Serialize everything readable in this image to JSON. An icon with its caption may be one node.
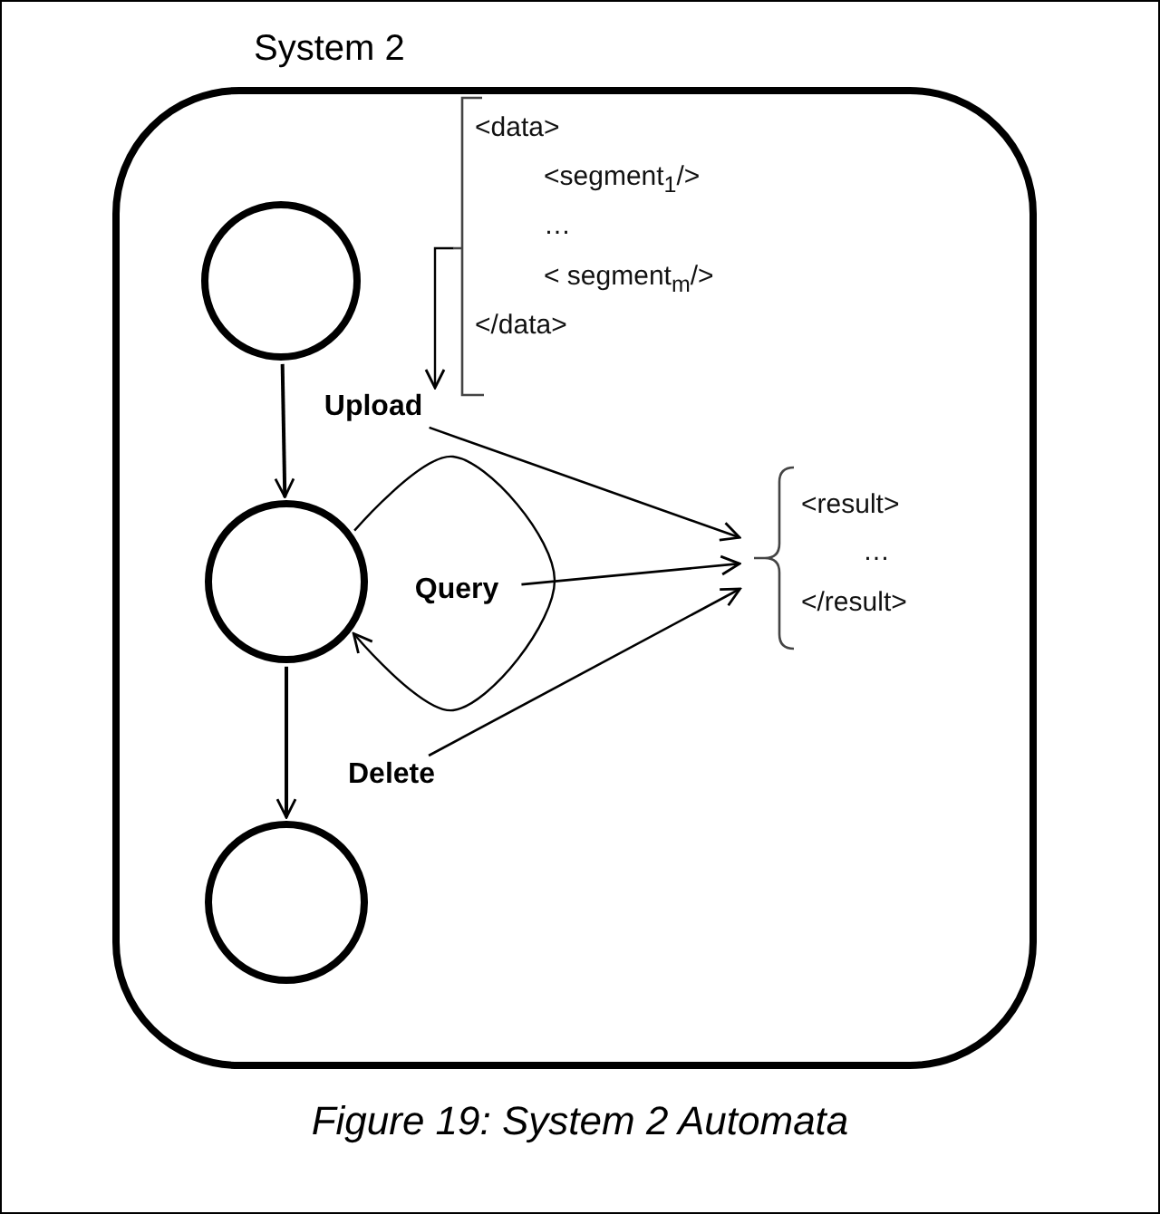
{
  "diagram": {
    "caption": "Figure 19: System 2 Automata",
    "nodes": [
      {
        "text": [
          "System 2"
        ]
      },
      {
        "text": [
          "<data>",
          "<segment$_{1}$/>",
          "…",
          "< segment$_{m}$/>",
          "</data>"
        ],
        "in": 0
      },
      {
        "text": [],
        "shape": "circle",
        "in": 0
      },
      {
        "text": [
          "Upload"
        ],
        "in": 0
      },
      {
        "text": [],
        "shape": "circle",
        "in": 0
      },
      {
        "text": [
          "Query"
        ],
        "in": 0
      },
      {
        "text": [
          "<result>",
          "…",
          "</result>"
        ],
        "in": 0
      },
      {
        "text": [
          "Delete"
        ],
        "in": 0
      },
      {
        "text": [],
        "shape": "circle",
        "in": 0
      }
    ],
    "edges": [
      {
        "from": 2,
        "to": 4,
        "arrow": "to"
      },
      {
        "from": 4,
        "to": 8,
        "arrow": "to"
      },
      {
        "from": 4,
        "to": 4,
        "arrow": "to"
      },
      {
        "from": 1,
        "to": 3,
        "arrow": "to"
      },
      {
        "from": 3,
        "to": 6,
        "arrow": "to"
      },
      {
        "from": 5,
        "to": 6,
        "arrow": "to"
      },
      {
        "from": 7,
        "to": 6,
        "arrow": "to"
      }
    ]
  }
}
